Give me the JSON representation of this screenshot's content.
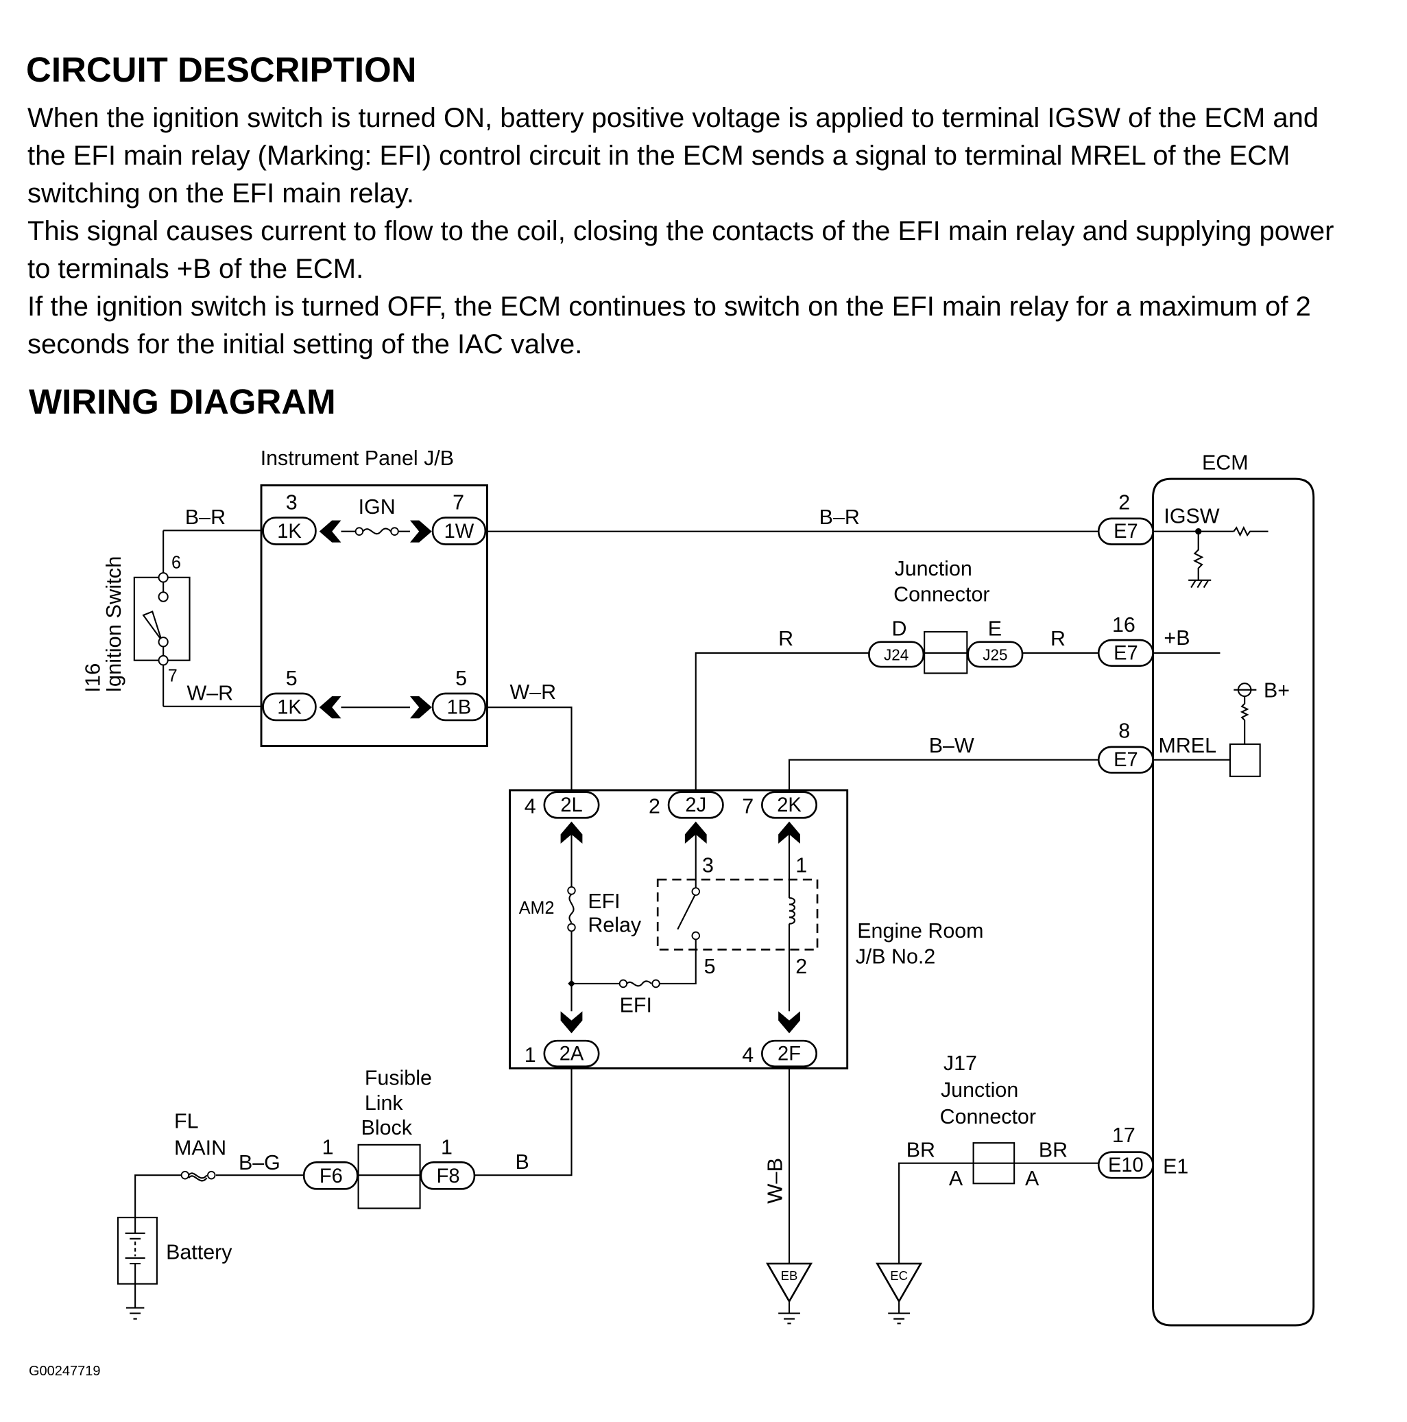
{
  "circuit_description": {
    "heading": "CIRCUIT DESCRIPTION",
    "lines": [
      "When the ignition switch is turned ON, battery positive voltage is applied to terminal IGSW of the ECM and",
      "the EFI main relay (Marking: EFI) control circuit in the ECM sends a signal to terminal MREL of the ECM",
      "switching on the EFI main relay.",
      "This signal causes current to flow to the coil, closing the contacts of the EFI main relay and supplying power",
      "to terminals +B of the ECM.",
      "If the ignition switch is turned OFF, the ECM continues to switch on the EFI main relay for a maximum of 2",
      "seconds for the initial setting of the IAC valve."
    ]
  },
  "wiring_diagram": {
    "heading": "WIRING DIAGRAM",
    "figure_id": "G00247719",
    "components": {
      "ignition_switch": {
        "code": "I16",
        "name": "Ignition Switch",
        "pins": [
          "6",
          "7"
        ]
      },
      "instrument_panel_jb": {
        "name": "Instrument Panel J/B",
        "fuse": "IGN",
        "connectors": [
          {
            "pin": "3",
            "conn": "1K"
          },
          {
            "pin": "7",
            "conn": "1W"
          },
          {
            "pin": "5",
            "conn": "1K"
          },
          {
            "pin": "5",
            "conn": "1B"
          }
        ]
      },
      "ecm": {
        "name": "ECM",
        "terminals": [
          {
            "pin": "2",
            "conn": "E7",
            "name": "IGSW"
          },
          {
            "pin": "16",
            "conn": "E7",
            "name": "+B"
          },
          {
            "pin": "8",
            "conn": "E7",
            "name": "MREL"
          },
          {
            "pin": "17",
            "conn": "E10",
            "name": "E1"
          }
        ],
        "supply_label": "B+"
      },
      "junction_connector_top": {
        "name_line1": "Junction",
        "name_line2": "Connector",
        "left": {
          "pin": "D",
          "conn": "J24"
        },
        "right": {
          "pin": "E",
          "conn": "J25"
        }
      },
      "engine_room_jb": {
        "name_line1": "Engine Room",
        "name_line2": "J/B No.2",
        "connectors": [
          {
            "pin": "4",
            "conn": "2L"
          },
          {
            "pin": "2",
            "conn": "2J"
          },
          {
            "pin": "7",
            "conn": "2K"
          },
          {
            "pin": "1",
            "conn": "2A"
          },
          {
            "pin": "4",
            "conn": "2F"
          }
        ],
        "fuse_am2": "AM2",
        "relay_label_line1": "EFI",
        "relay_label_line2": "Relay",
        "relay_pins": [
          "3",
          "5",
          "1",
          "2"
        ],
        "fuse_efi": "EFI"
      },
      "fusible_link_block": {
        "name_line1": "Fusible",
        "name_line2": "Link",
        "name_line3": "Block",
        "left": {
          "pin": "1",
          "conn": "F6"
        },
        "right": {
          "pin": "1",
          "conn": "F8"
        }
      },
      "fl_main": {
        "line1": "FL",
        "line2": "MAIN"
      },
      "battery": {
        "name": "Battery"
      },
      "j17": {
        "line1": "J17",
        "line2": "Junction",
        "line3": "Connector",
        "left_pin": "A",
        "right_pin": "A"
      },
      "grounds": [
        "EB",
        "EC"
      ]
    },
    "wires": {
      "ign_sw_to_1k": "B–R",
      "1w_to_ecm": "B–R",
      "ign_sw_to_1k_lower": "W–R",
      "1b_to_2l": "W–R",
      "2j_to_j24": "R",
      "j25_to_e7": "R",
      "2k_to_mrel": "B–W",
      "fl_to_f6": "B–G",
      "f8_to_2a": "B",
      "2f_to_ground": "W–B",
      "j17_left": "BR",
      "j17_right": "BR"
    }
  }
}
